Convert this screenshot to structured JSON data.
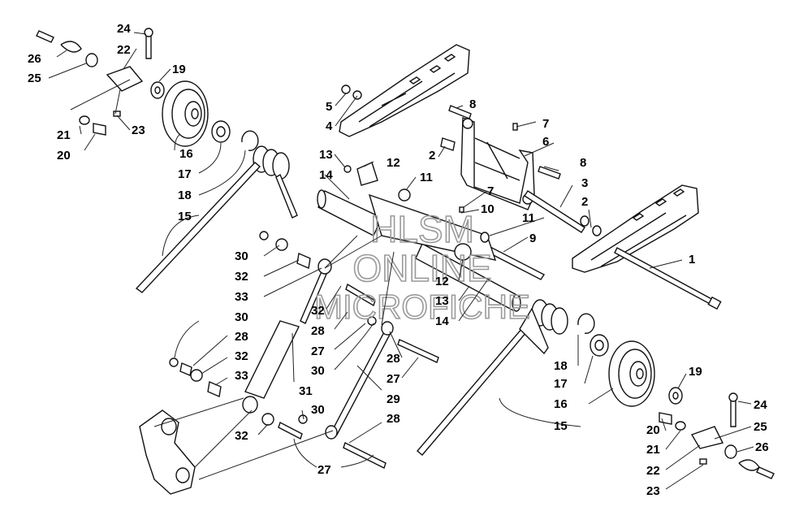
{
  "watermark": {
    "line1": "HLSM",
    "line2": "ONLINE",
    "line3": "MICROFICHE"
  },
  "callouts": {
    "c1": "1",
    "c2a": "2",
    "c2b": "2",
    "c3": "3",
    "c4": "4",
    "c5": "5",
    "c6": "6",
    "c7a": "7",
    "c7b": "7",
    "c8a": "8",
    "c8b": "8",
    "c9": "9",
    "c10": "10",
    "c11a": "11",
    "c11b": "11",
    "c12a": "12",
    "c12b": "12",
    "c13a": "13",
    "c13b": "13",
    "c14a": "14",
    "c14b": "14",
    "c15a": "15",
    "c15b": "15",
    "c16a": "16",
    "c16b": "16",
    "c17a": "17",
    "c17b": "17",
    "c18a": "18",
    "c18b": "18",
    "c19a": "19",
    "c19b": "19",
    "c20a": "20",
    "c20b": "20",
    "c21a": "21",
    "c21b": "21",
    "c22a": "22",
    "c22b": "22",
    "c23a": "23",
    "c23b": "23",
    "c24a": "24",
    "c24b": "24",
    "c25a": "25",
    "c25b": "25",
    "c26a": "26",
    "c26b": "26",
    "c27a": "27",
    "c27b": "27",
    "c27c": "27",
    "c28a": "28",
    "c28b": "28",
    "c28c": "28",
    "c28d": "28",
    "c29": "29",
    "c30a": "30",
    "c30b": "30",
    "c30c": "30",
    "c30d": "30",
    "c31": "31",
    "c32a": "32",
    "c32b": "32",
    "c32c": "32",
    "c32d": "32",
    "c33a": "33",
    "c33b": "33"
  }
}
